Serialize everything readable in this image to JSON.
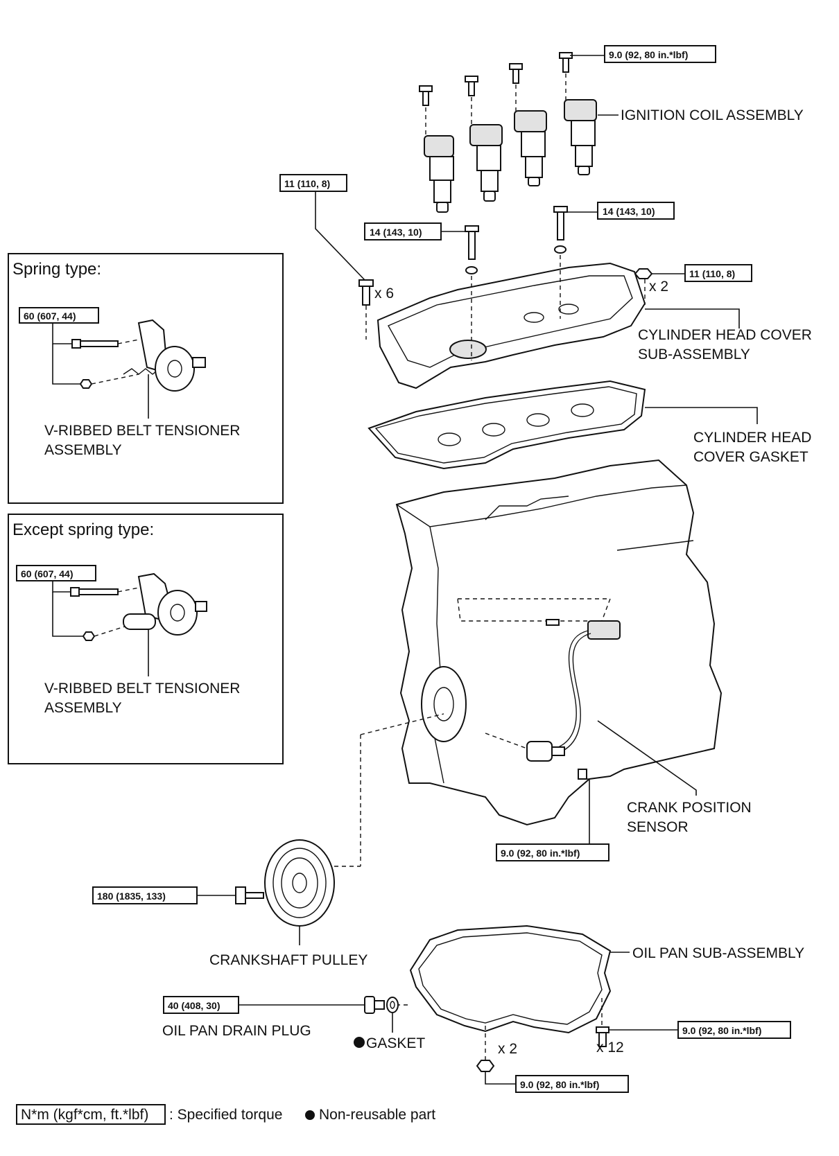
{
  "labels": {
    "ignition_coil": "IGNITION COIL ASSEMBLY",
    "cyl_head_cover_1": "CYLINDER HEAD COVER",
    "cyl_head_cover_2": "SUB-ASSEMBLY",
    "gasket_1": "CYLINDER HEAD",
    "gasket_2": "COVER GASKET",
    "crank_sensor_1": "CRANK POSITION",
    "crank_sensor_2": "SENSOR",
    "crank_pulley": "CRANKSHAFT PULLEY",
    "oil_pan": "OIL PAN SUB-ASSEMBLY",
    "drain_plug": "OIL PAN DRAIN PLUG",
    "gasket": "GASKET",
    "tensioner_1": "V-RIBBED BELT TENSIONER",
    "tensioner_2": "ASSEMBLY"
  },
  "panels": {
    "spring_title": "Spring type:",
    "except_title": "Except spring type:"
  },
  "torques": {
    "coil_bolt": "9.0 (92, 80 in.*lbf)",
    "cover_bolt_left": "11 (110, 8)",
    "cover_stud_left": "14 (143, 10)",
    "cover_stud_right": "14 (143, 10)",
    "cover_nut_right": "11 (110, 8)",
    "tensioner_spring": "60 (607, 44)",
    "tensioner_except": "60 (607, 44)",
    "sensor_bolt": "9.0 (92, 80 in.*lbf)",
    "pulley_bolt": "180 (1835, 133)",
    "drain_plug": "40 (408, 30)",
    "oil_pan_bolt": "9.0 (92, 80 in.*lbf)",
    "oil_pan_nut": "9.0 (92, 80 in.*lbf)"
  },
  "quantities": {
    "cover_bolts": "x 6",
    "cover_nuts": "x 2",
    "pan_bolts": "x 12",
    "pan_nuts": "x 2"
  },
  "legend": {
    "torque_box": "N*m (kgf*cm, ft.*lbf)",
    "torque_text": ": Specified torque",
    "nonreusable_text": "Non-reusable part"
  }
}
